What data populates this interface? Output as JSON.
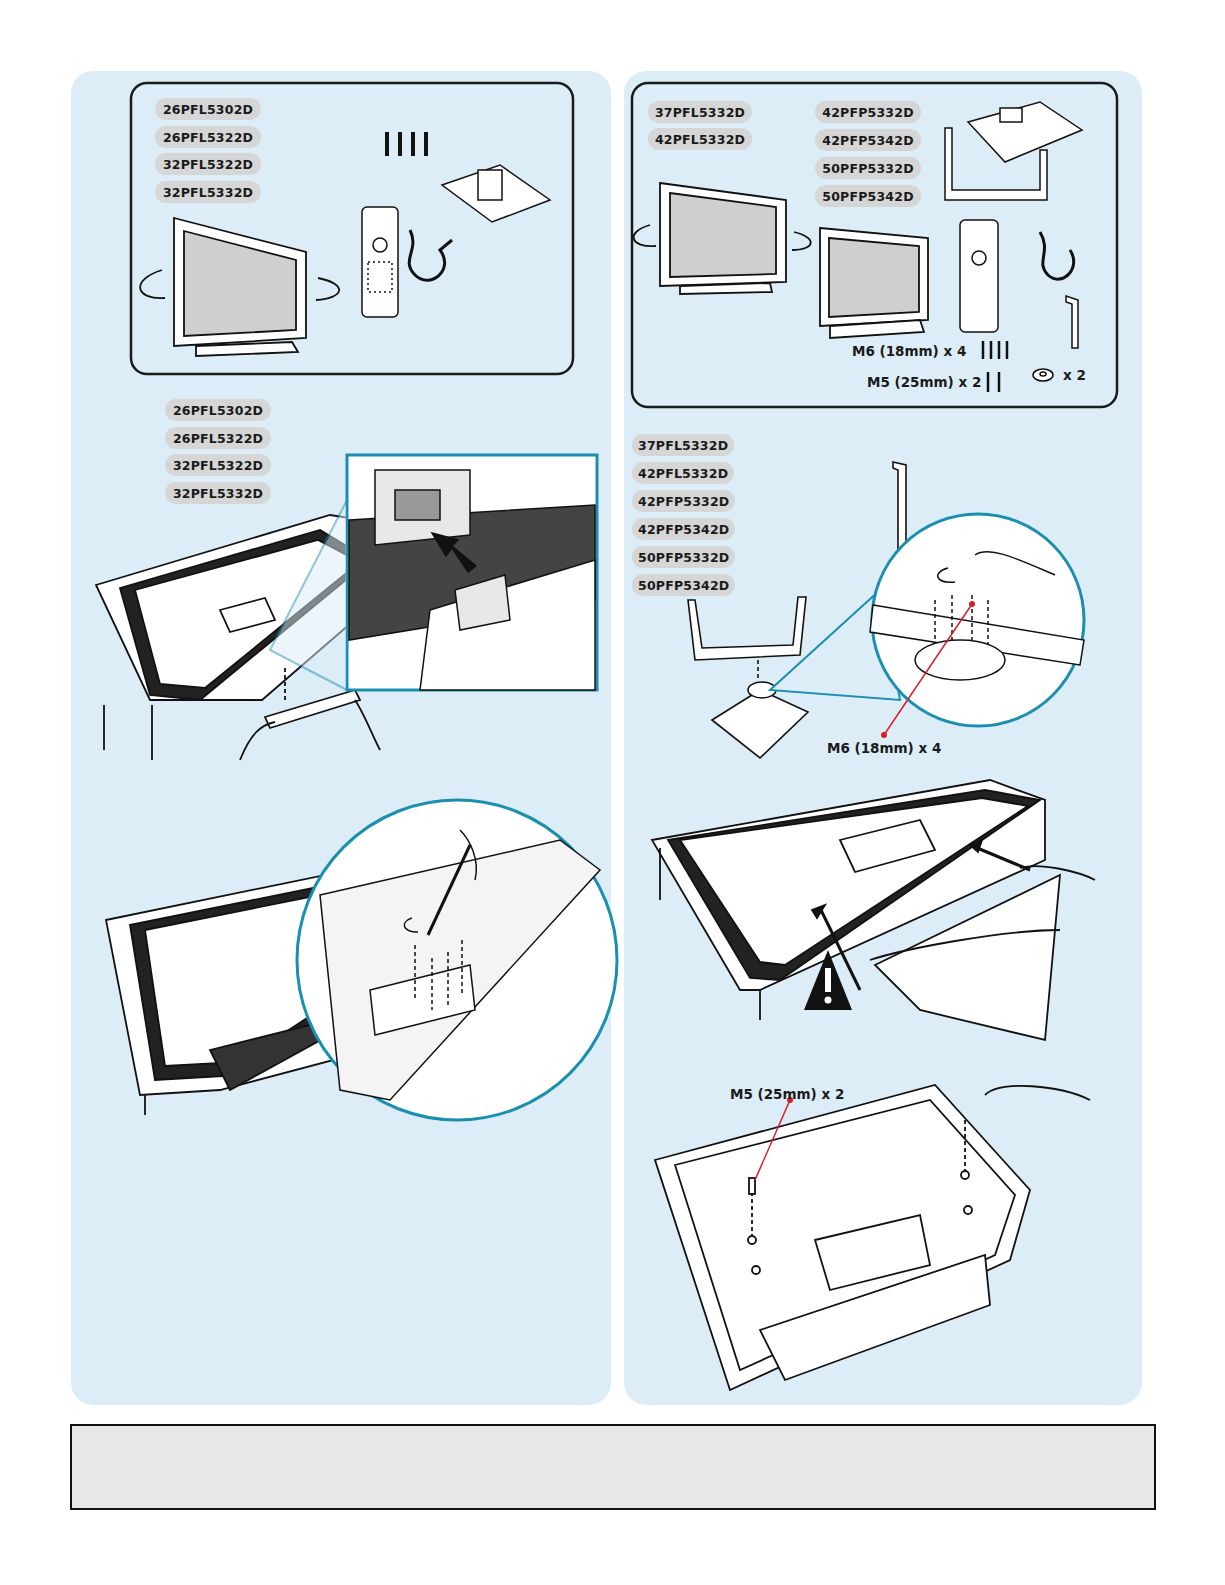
{
  "diagram": {
    "nodes": [
      {
        "text": [
          "26PFL5302D"
        ]
      },
      {
        "text": [
          "26PFL5322D"
        ]
      },
      {
        "text": [
          "32PFL5322D"
        ]
      },
      {
        "text": [
          "32PFL5332D"
        ]
      },
      {
        "text": [
          "37PFL5332D"
        ]
      },
      {
        "text": [
          "42PFL5332D"
        ]
      },
      {
        "text": [
          "42PFP5332D"
        ]
      },
      {
        "text": [
          "42PFP5342D"
        ]
      },
      {
        "text": [
          "50PFP5332D"
        ]
      },
      {
        "text": [
          "50PFP5342D"
        ]
      },
      {
        "text": [
          "26PFL5302D"
        ]
      },
      {
        "text": [
          "26PFL5322D"
        ]
      },
      {
        "text": [
          "32PFL5322D"
        ]
      },
      {
        "text": [
          "32PFL5332D"
        ]
      },
      {
        "text": [
          "37PFL5332D"
        ]
      },
      {
        "text": [
          "42PFL5332D"
        ]
      },
      {
        "text": [
          "42PFP5332D"
        ]
      },
      {
        "text": [
          "42PFP5342D"
        ]
      },
      {
        "text": [
          "50PFP5332D"
        ]
      },
      {
        "text": [
          "50PFP5342D"
        ]
      }
    ],
    "labels": [
      "M6 (18mm) x 4",
      "M5 (25mm) x 2",
      "x 2",
      "M6 (18mm) x 4",
      "M5 (25mm) x 2"
    ]
  }
}
